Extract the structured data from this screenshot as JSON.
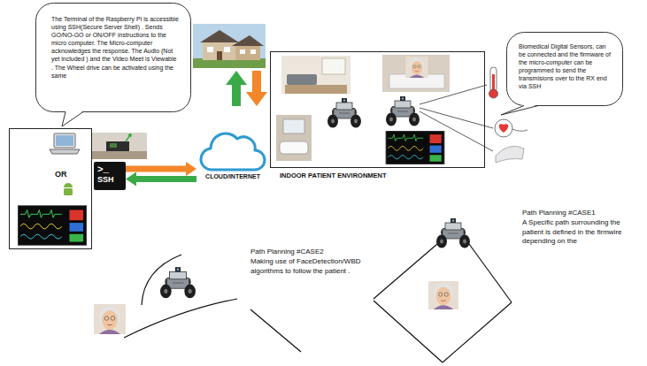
{
  "diagram": {
    "nodes": [
      {
        "text": [
          "The Terminal of the Raspberry Pi is accessible using SSH(Secure Server Shell) . Sends GO/NO-GO or ON/OFF instructions to the micro computer. The Micro-computer acknowledges the response. The Audio (Not yet included ) and the Video Meet is Viewable . The Wheel drive can be activated using the same"
        ]
      },
      {
        "text": [
          "OR"
        ]
      },
      {
        "text": [
          ">_",
          "SSH"
        ]
      },
      {
        "text": [
          "CLOUD/INTERNET"
        ]
      },
      {
        "text": [
          "INDOOR PATIENT ENVIRONMENT"
        ]
      },
      {
        "text": [
          "Biomedical Digital Sensors, can be connected and the firmware of the micro-computer can be programmed to send the transmisions over to the RX end via SSH"
        ]
      }
    ],
    "edges": [
      {
        "from": 2,
        "to": 3,
        "arrow": "to"
      },
      {
        "from": 3,
        "to": 2,
        "arrow": "to"
      }
    ],
    "labels": [
      "Path Planning #CASE2",
      "Making use of FaceDetection/WBD algorithms to follow the patient .",
      "Path Planning #CASE1",
      "A Specific path surrounding the patient is defined in the firmwire depending on the"
    ]
  }
}
